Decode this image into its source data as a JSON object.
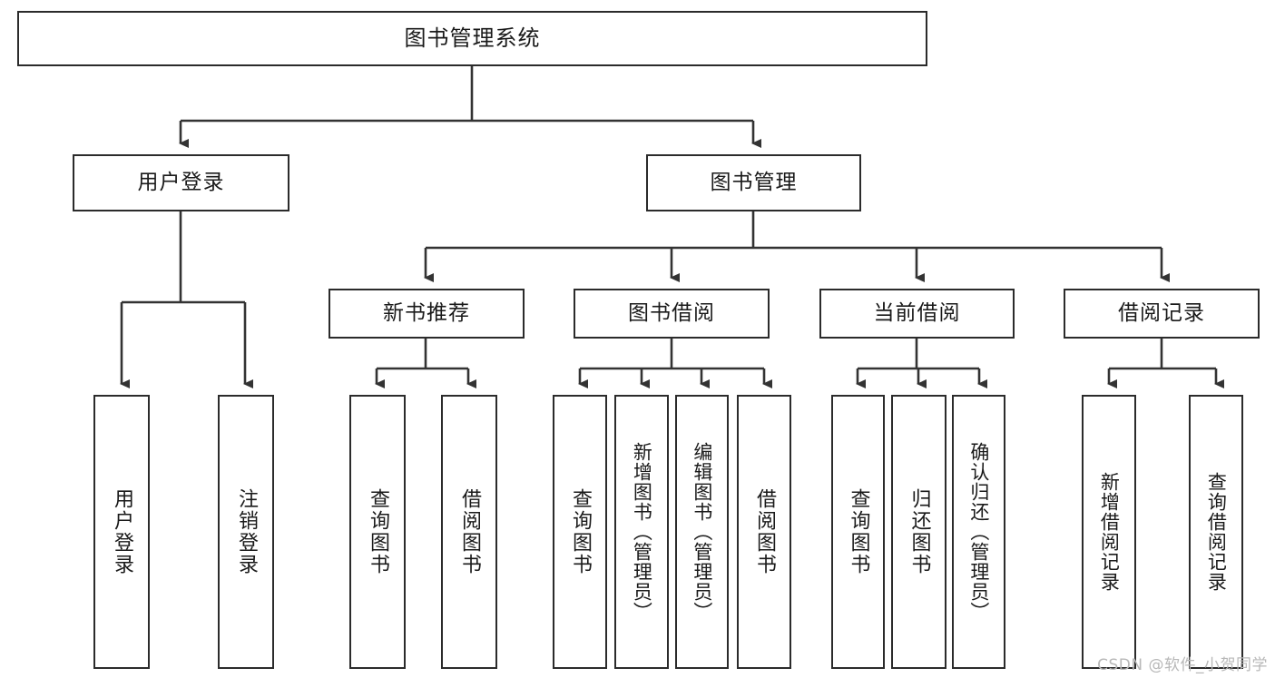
{
  "diagram": {
    "title": "图书管理系统",
    "type": "tree-hierarchy",
    "watermark": "CSDN @软件_小贺同学",
    "colors": {
      "background": "#ffffff",
      "border": "#2b2b2b",
      "text": "#1a1a1a",
      "connector": "#333333",
      "watermark": "#b8b8b8"
    },
    "nodes": {
      "root": "图书管理系统",
      "level1": {
        "user_login": "用户登录",
        "book_manage": "图书管理"
      },
      "level2": {
        "new_book_recommend": "新书推荐",
        "book_borrow": "图书借阅",
        "current_borrow": "当前借阅",
        "borrow_record": "借阅记录"
      },
      "leaves": {
        "user_login_1": "用户登录",
        "user_login_2": "注销登录",
        "recommend_1": "查询图书",
        "recommend_2": "借阅图书",
        "borrow_1": "查询图书",
        "borrow_2": "新增图书（管理员）",
        "borrow_3": "编辑图书（管理员）",
        "borrow_4": "借阅图书",
        "current_1": "查询图书",
        "current_2": "归还图书",
        "current_3": "确认归还（管理员）",
        "record_1": "新增借阅记录",
        "record_2": "查询借阅记录"
      }
    }
  }
}
